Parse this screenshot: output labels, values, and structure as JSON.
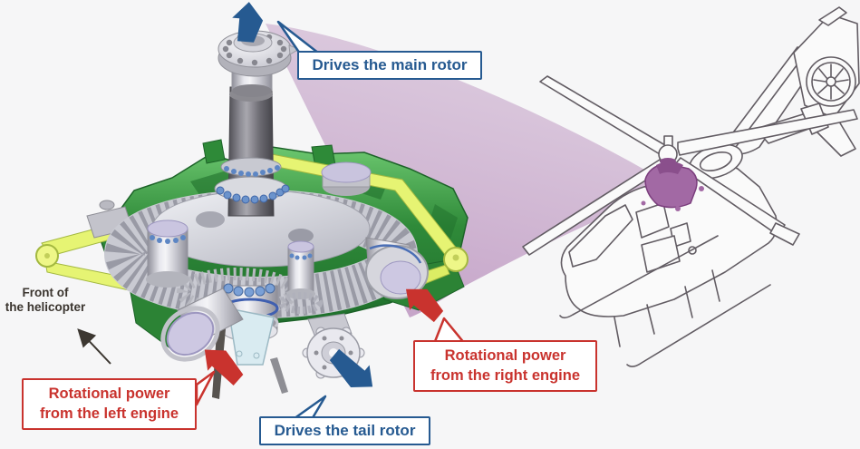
{
  "colors": {
    "background": "#f6f6f7",
    "blue": "#265a91",
    "red": "#c9332e",
    "beam": "#a877ac",
    "heli_line": "#625c63",
    "gear_green": "#3f9c46",
    "strut_yellow": "#e6f473",
    "highlight_purple": "#a269a4",
    "dark_text": "#3b352f"
  },
  "callouts": {
    "main_rotor": {
      "label": "Drives the main rotor"
    },
    "tail_rotor": {
      "label": "Drives the tail rotor"
    },
    "left_engine": {
      "line1": "Rotational power",
      "line2": "from the left engine"
    },
    "right_engine": {
      "line1": "Rotational power",
      "line2": "from the right engine"
    }
  },
  "annotations": {
    "front_label": {
      "line1": "Front of",
      "line2": "the helicopter"
    }
  },
  "icons": {
    "main_rotor_arrow": "arrow-up",
    "tail_rotor_arrow": "arrow-down-right",
    "left_engine_arrow": "arrow-up-left",
    "right_engine_arrow": "arrow-up-left",
    "front_direction_arrow": "thin-arrow-up-left"
  }
}
